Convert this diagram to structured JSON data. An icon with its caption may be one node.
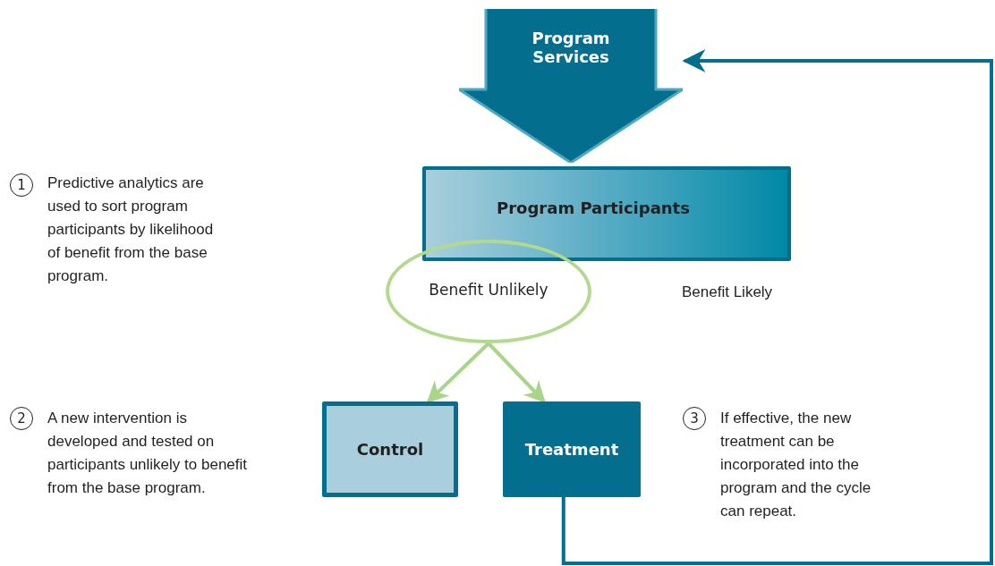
{
  "diagram": {
    "nodes": [
      {
        "text": [
          "Program Services"
        ]
      },
      {
        "text": [
          "Program Participants"
        ]
      },
      {
        "text": [
          "Benefit Unlikely"
        ]
      },
      {
        "text": [
          "Control"
        ]
      },
      {
        "text": [
          "Treatment"
        ]
      }
    ],
    "edges": [
      {
        "from": 2,
        "to": 3,
        "arrow": "to",
        "color": "#a8d58a"
      },
      {
        "from": 2,
        "to": 4,
        "arrow": "to",
        "color": "#a8d58a"
      },
      {
        "from": 4,
        "to": 0,
        "arrow": "to",
        "color": "#036e8d"
      }
    ],
    "labels": [
      "Benefit Likely",
      "1",
      "Predictive analytics are used to sort program participants by likelihood of benefit from the base program.",
      "2",
      "A new intervention is developed and tested on participants unlikely to benefit from the base program.",
      "3",
      "If effective, the new treatment can be incorporated into the program and the cycle can repeat."
    ]
  }
}
